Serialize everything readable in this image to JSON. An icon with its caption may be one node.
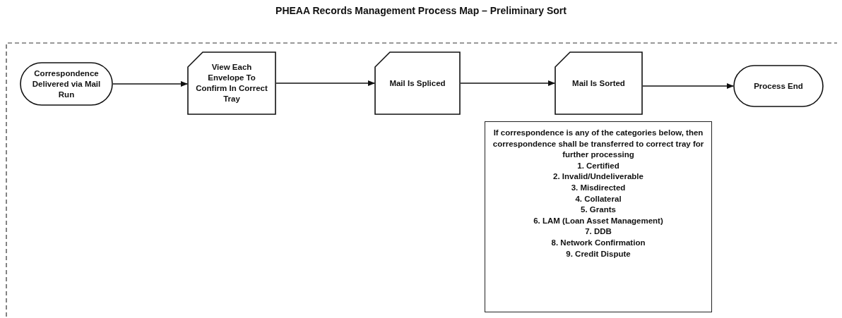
{
  "diagram": {
    "title": "PHEAA Records Management Process Map – Preliminary Sort",
    "nodes": [
      {
        "text": [
          "Correspondence Delivered via Mail Run"
        ]
      },
      {
        "text": [
          "View Each Envelope To Confirm In Correct Tray"
        ]
      },
      {
        "text": [
          "Mail Is Spliced"
        ]
      },
      {
        "text": [
          "Mail Is Sorted"
        ]
      },
      {
        "text": [
          "Process End"
        ]
      },
      {
        "text": [
          "If correspondence is any of the categories below, then correspondence shall be transferred to correct tray for further processing",
          "1. Certified",
          "2. Invalid/Undeliverable",
          "3. Misdirected",
          "4. Collateral",
          "5. Grants",
          "6. LAM (Loan Asset Management)",
          "7. DDB",
          "8. Network Confirmation",
          "9. Credit Dispute"
        ]
      }
    ],
    "edges": [
      {
        "from": 0,
        "to": 1,
        "arrow": "to"
      },
      {
        "from": 1,
        "to": 2,
        "arrow": "to"
      },
      {
        "from": 2,
        "to": 3,
        "arrow": "to"
      },
      {
        "from": 3,
        "to": 4,
        "arrow": "to"
      }
    ]
  }
}
